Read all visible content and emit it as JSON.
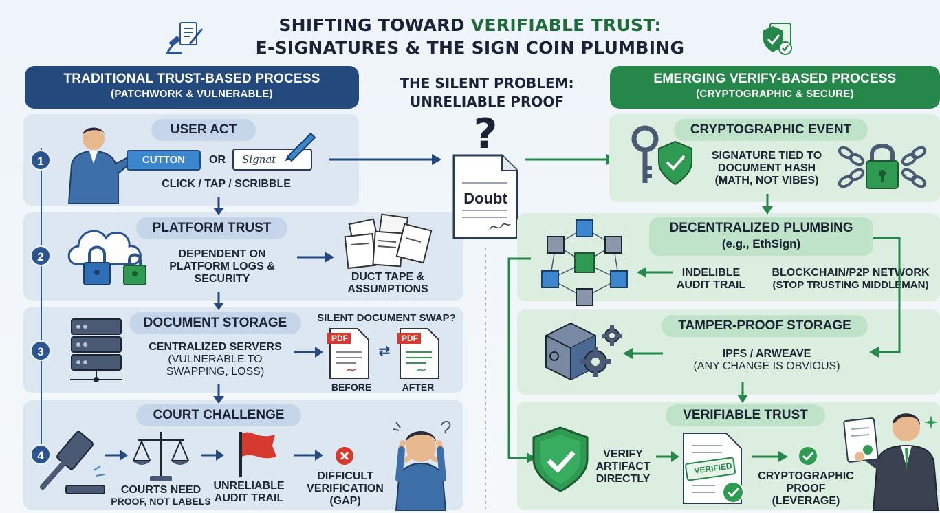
{
  "header": {
    "title_line1_a": "SHIFTING TOWARD",
    "title_line1_b": "VERIFIABLE TRUST:",
    "title_line2": "E-SIGNATURES & THE SIGN COIN PLUMBING"
  },
  "left": {
    "title": "TRADITIONAL TRUST-BASED PROCESS",
    "subtitle": "(PATCHWORK & VULNERABLE)",
    "steps": [
      {
        "number": "1",
        "title": "USER ACT",
        "button_label": "CUTTON",
        "or_label": "OR",
        "signature_text": "Signat",
        "caption": "CLICK / TAP / SCRIBBLE"
      },
      {
        "number": "2",
        "title": "PLATFORM TRUST",
        "text": [
          "DEPENDENT ON",
          "PLATFORM LOGS &",
          "SECURITY"
        ],
        "side_text": [
          "DUCT TAPE &",
          "ASSUMPTIONS"
        ]
      },
      {
        "number": "3",
        "title": "DOCUMENT STORAGE",
        "text": [
          "CENTRALIZED SERVERS",
          "(VULNERABLE TO",
          "SWAPPING, LOSS)"
        ],
        "swap_question": "SILENT DOCUMENT SWAP?",
        "pdf_label": "PDF",
        "before_label": "BEFORE",
        "after_label": "AFTER"
      },
      {
        "number": "4",
        "title": "COURT CHALLENGE",
        "item1": [
          "COURTS NEED",
          "PROOF, NOT LABELS"
        ],
        "item2": [
          "UNRELIABLE",
          "AUDIT TRAIL"
        ],
        "item3": [
          "DIFFICULT",
          "VERIFICATION",
          "(GAP)"
        ]
      }
    ]
  },
  "center": {
    "title_line1": "THE SILENT PROBLEM:",
    "title_line2": "UNRELIABLE PROOF",
    "question_mark": "?",
    "doc_label": "Doubt"
  },
  "right": {
    "title": "EMERGING VERIFY-BASED PROCESS",
    "subtitle": "(CRYPTOGRAPHIC & SECURE)",
    "steps": [
      {
        "title": "CRYPTOGRAPHIC EVENT",
        "text": [
          "SIGNATURE TIED TO",
          "DOCUMENT HASH",
          "(MATH, NOT VIBES)"
        ]
      },
      {
        "title_line1": "DECENTRALIZED PLUMBING",
        "title_line2": "(e.g., EthSign)",
        "left_text": [
          "INDELIBLE",
          "AUDIT TRAIL"
        ],
        "right_text": [
          "BLOCKCHAIN/P2P NETWORK",
          "(STOP TRUSTING MIDDLEMAN)"
        ]
      },
      {
        "title": "TAMPER-PROOF STORAGE",
        "text": [
          "IPFS / ARWEAVE",
          "(ANY CHANGE IS OBVIOUS)"
        ]
      },
      {
        "title": "VERIFIABLE TRUST",
        "item1": [
          "VERIFY",
          "ARTIFACT",
          "DIRECTLY"
        ],
        "stamp": "VERIFIED",
        "item2": [
          "CRYPTOGRAPHIC",
          "PROOF",
          "(LEVERAGE)"
        ]
      }
    ]
  },
  "colors": {
    "navy": "#24497d",
    "green": "#25874a",
    "red": "#d63a2f"
  }
}
